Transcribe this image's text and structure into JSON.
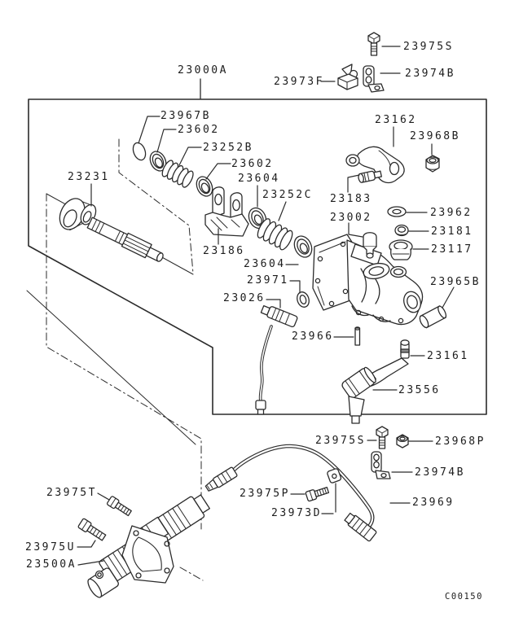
{
  "drawing": {
    "code": "C00150",
    "line_color": "#2b2b2b",
    "background": "#ffffff"
  },
  "labels": [
    {
      "text": "23975S"
    },
    {
      "text": "23973F"
    },
    {
      "text": "23974B"
    },
    {
      "text": "23000A"
    },
    {
      "text": "23967B"
    },
    {
      "text": "23602"
    },
    {
      "text": "23252B"
    },
    {
      "text": "23602"
    },
    {
      "text": "23604"
    },
    {
      "text": "23252C"
    },
    {
      "text": "23231"
    },
    {
      "text": "23162"
    },
    {
      "text": "23968B"
    },
    {
      "text": "23183"
    },
    {
      "text": "23002"
    },
    {
      "text": "23962"
    },
    {
      "text": "23181"
    },
    {
      "text": "23117"
    },
    {
      "text": "23186"
    },
    {
      "text": "23604"
    },
    {
      "text": "23971"
    },
    {
      "text": "23026"
    },
    {
      "text": "23965B"
    },
    {
      "text": "23966"
    },
    {
      "text": "23161"
    },
    {
      "text": "23556"
    },
    {
      "text": "23975S"
    },
    {
      "text": "23968P"
    },
    {
      "text": "23974B"
    },
    {
      "text": "23975P"
    },
    {
      "text": "23973D"
    },
    {
      "text": "23969"
    },
    {
      "text": "23975T"
    },
    {
      "text": "23975U"
    },
    {
      "text": "23500A"
    },
    {
      "text": "C00150"
    }
  ]
}
